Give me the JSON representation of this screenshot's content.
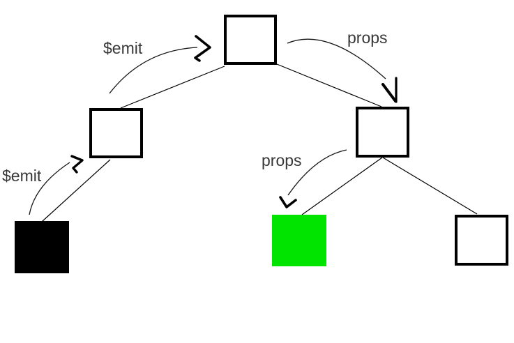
{
  "diagram": {
    "type": "tree",
    "description": "Component tree showing $emit events flowing up and props flowing down",
    "labels": {
      "emit_top": "$emit",
      "props_top": "props",
      "emit_bottom": "$emit",
      "props_middle": "props"
    },
    "colors": {
      "background": "#ffffff",
      "node_border": "#000000",
      "black_node_fill": "#000000",
      "green_node_fill": "#00e400",
      "white_node_fill": "#ffffff",
      "line": "#000000",
      "label_text": "#383838"
    },
    "nodes": [
      {
        "id": "root",
        "fill": "white"
      },
      {
        "id": "left-child",
        "fill": "white"
      },
      {
        "id": "right-child",
        "fill": "white"
      },
      {
        "id": "left-grandchild",
        "fill": "black"
      },
      {
        "id": "middle-grandchild",
        "fill": "green"
      },
      {
        "id": "right-grandchild",
        "fill": "white"
      }
    ],
    "edges": [
      {
        "from": "left-grandchild",
        "to": "left-child",
        "label": "$emit",
        "direction": "up"
      },
      {
        "from": "left-child",
        "to": "root",
        "label": "$emit",
        "direction": "up"
      },
      {
        "from": "root",
        "to": "right-child",
        "label": "props",
        "direction": "down"
      },
      {
        "from": "right-child",
        "to": "middle-grandchild",
        "label": "props",
        "direction": "down"
      },
      {
        "from": "right-child",
        "to": "right-grandchild",
        "label": "",
        "direction": "none"
      }
    ]
  }
}
